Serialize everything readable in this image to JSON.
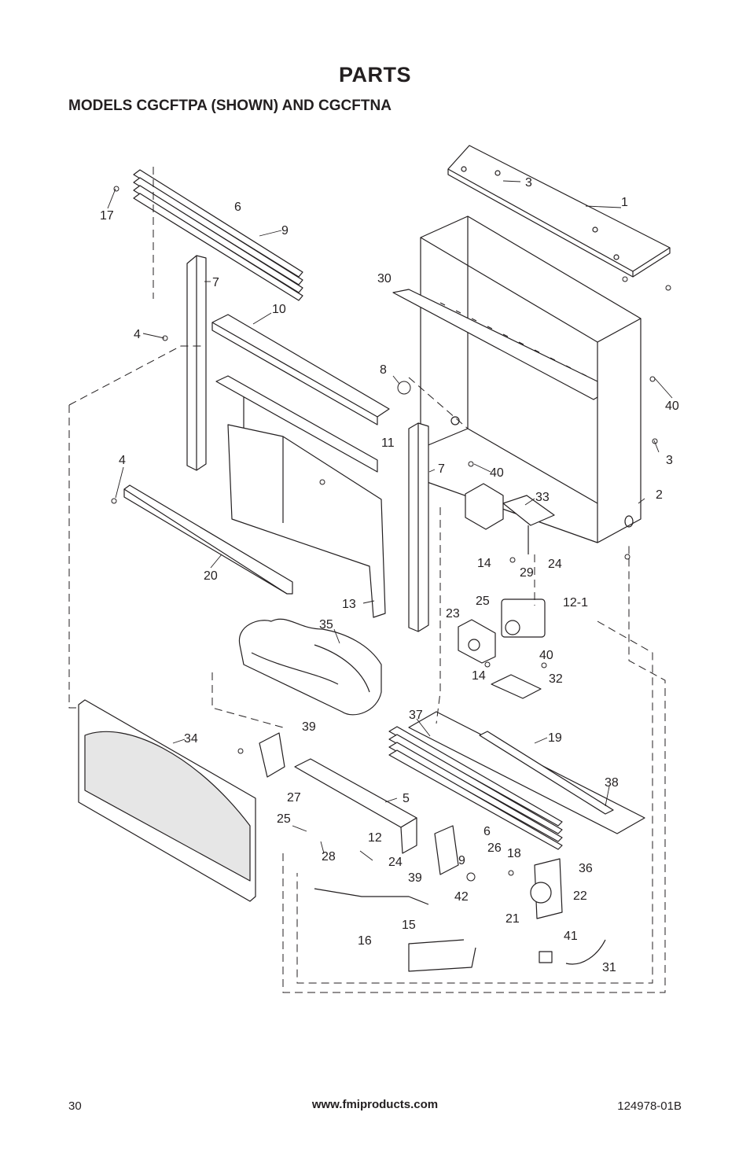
{
  "header": {
    "title": "PARTS",
    "subtitle": "MODELS CGCFTPA (SHOWN) AND CGCFTNA"
  },
  "part_labels": [
    "1",
    "2",
    "3",
    "3",
    "4",
    "4",
    "5",
    "6",
    "6",
    "7",
    "7",
    "8",
    "9",
    "9",
    "10",
    "11",
    "12",
    "12-1",
    "13",
    "14",
    "14",
    "15",
    "16",
    "17",
    "18",
    "19",
    "20",
    "21",
    "22",
    "23",
    "24",
    "24",
    "25",
    "25",
    "26",
    "27",
    "28",
    "29",
    "30",
    "31",
    "32",
    "33",
    "34",
    "35",
    "36",
    "37",
    "38",
    "39",
    "39",
    "40",
    "40",
    "40",
    "41",
    "42"
  ],
  "footer": {
    "page_number": "30",
    "website": "www.fmiproducts.com",
    "doc_code": "124978-01B"
  }
}
